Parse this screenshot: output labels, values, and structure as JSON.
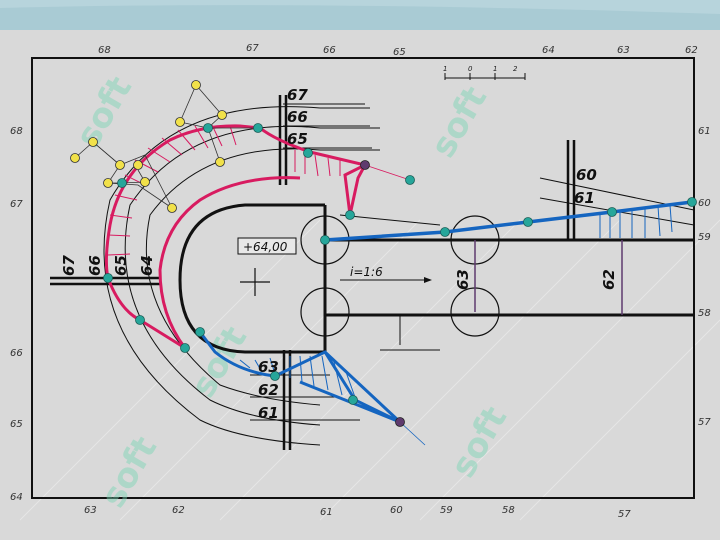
{
  "frame_labels": {
    "top": [
      "68",
      "67",
      "66",
      "65",
      "64",
      "63",
      "62"
    ],
    "bottom": [
      "63",
      "62",
      "61",
      "60",
      "59",
      "58",
      "57"
    ],
    "left": [
      "68",
      "67",
      "66",
      "65",
      "64"
    ],
    "right": [
      "61",
      "60",
      "59",
      "58",
      "57"
    ]
  },
  "arc_labels": {
    "top": [
      "67",
      "66",
      "65"
    ],
    "left": [
      "67",
      "66",
      "65",
      "64"
    ],
    "bottom": [
      "63",
      "62",
      "61"
    ],
    "right_upper": [
      "60",
      "61"
    ],
    "vertical_right": [
      "63",
      "62"
    ]
  },
  "elevation": "+64,00",
  "slope": "i=1:6",
  "scale": [
    "1",
    "0",
    "1",
    "2"
  ],
  "watermark": "soft",
  "colors": {
    "background": "#d9d9d9",
    "sky": "#c9dde2",
    "outline": "#111111",
    "pink_line": "#d81b60",
    "blue_line": "#1565c0",
    "hatch_pink": "#d81b60",
    "hatch_blue": "#1565c0",
    "dot_yellow": "#f1e14a",
    "dot_teal": "#26a69a",
    "dot_purple": "#5e3a6e",
    "watermark": "#7ad6b4"
  }
}
